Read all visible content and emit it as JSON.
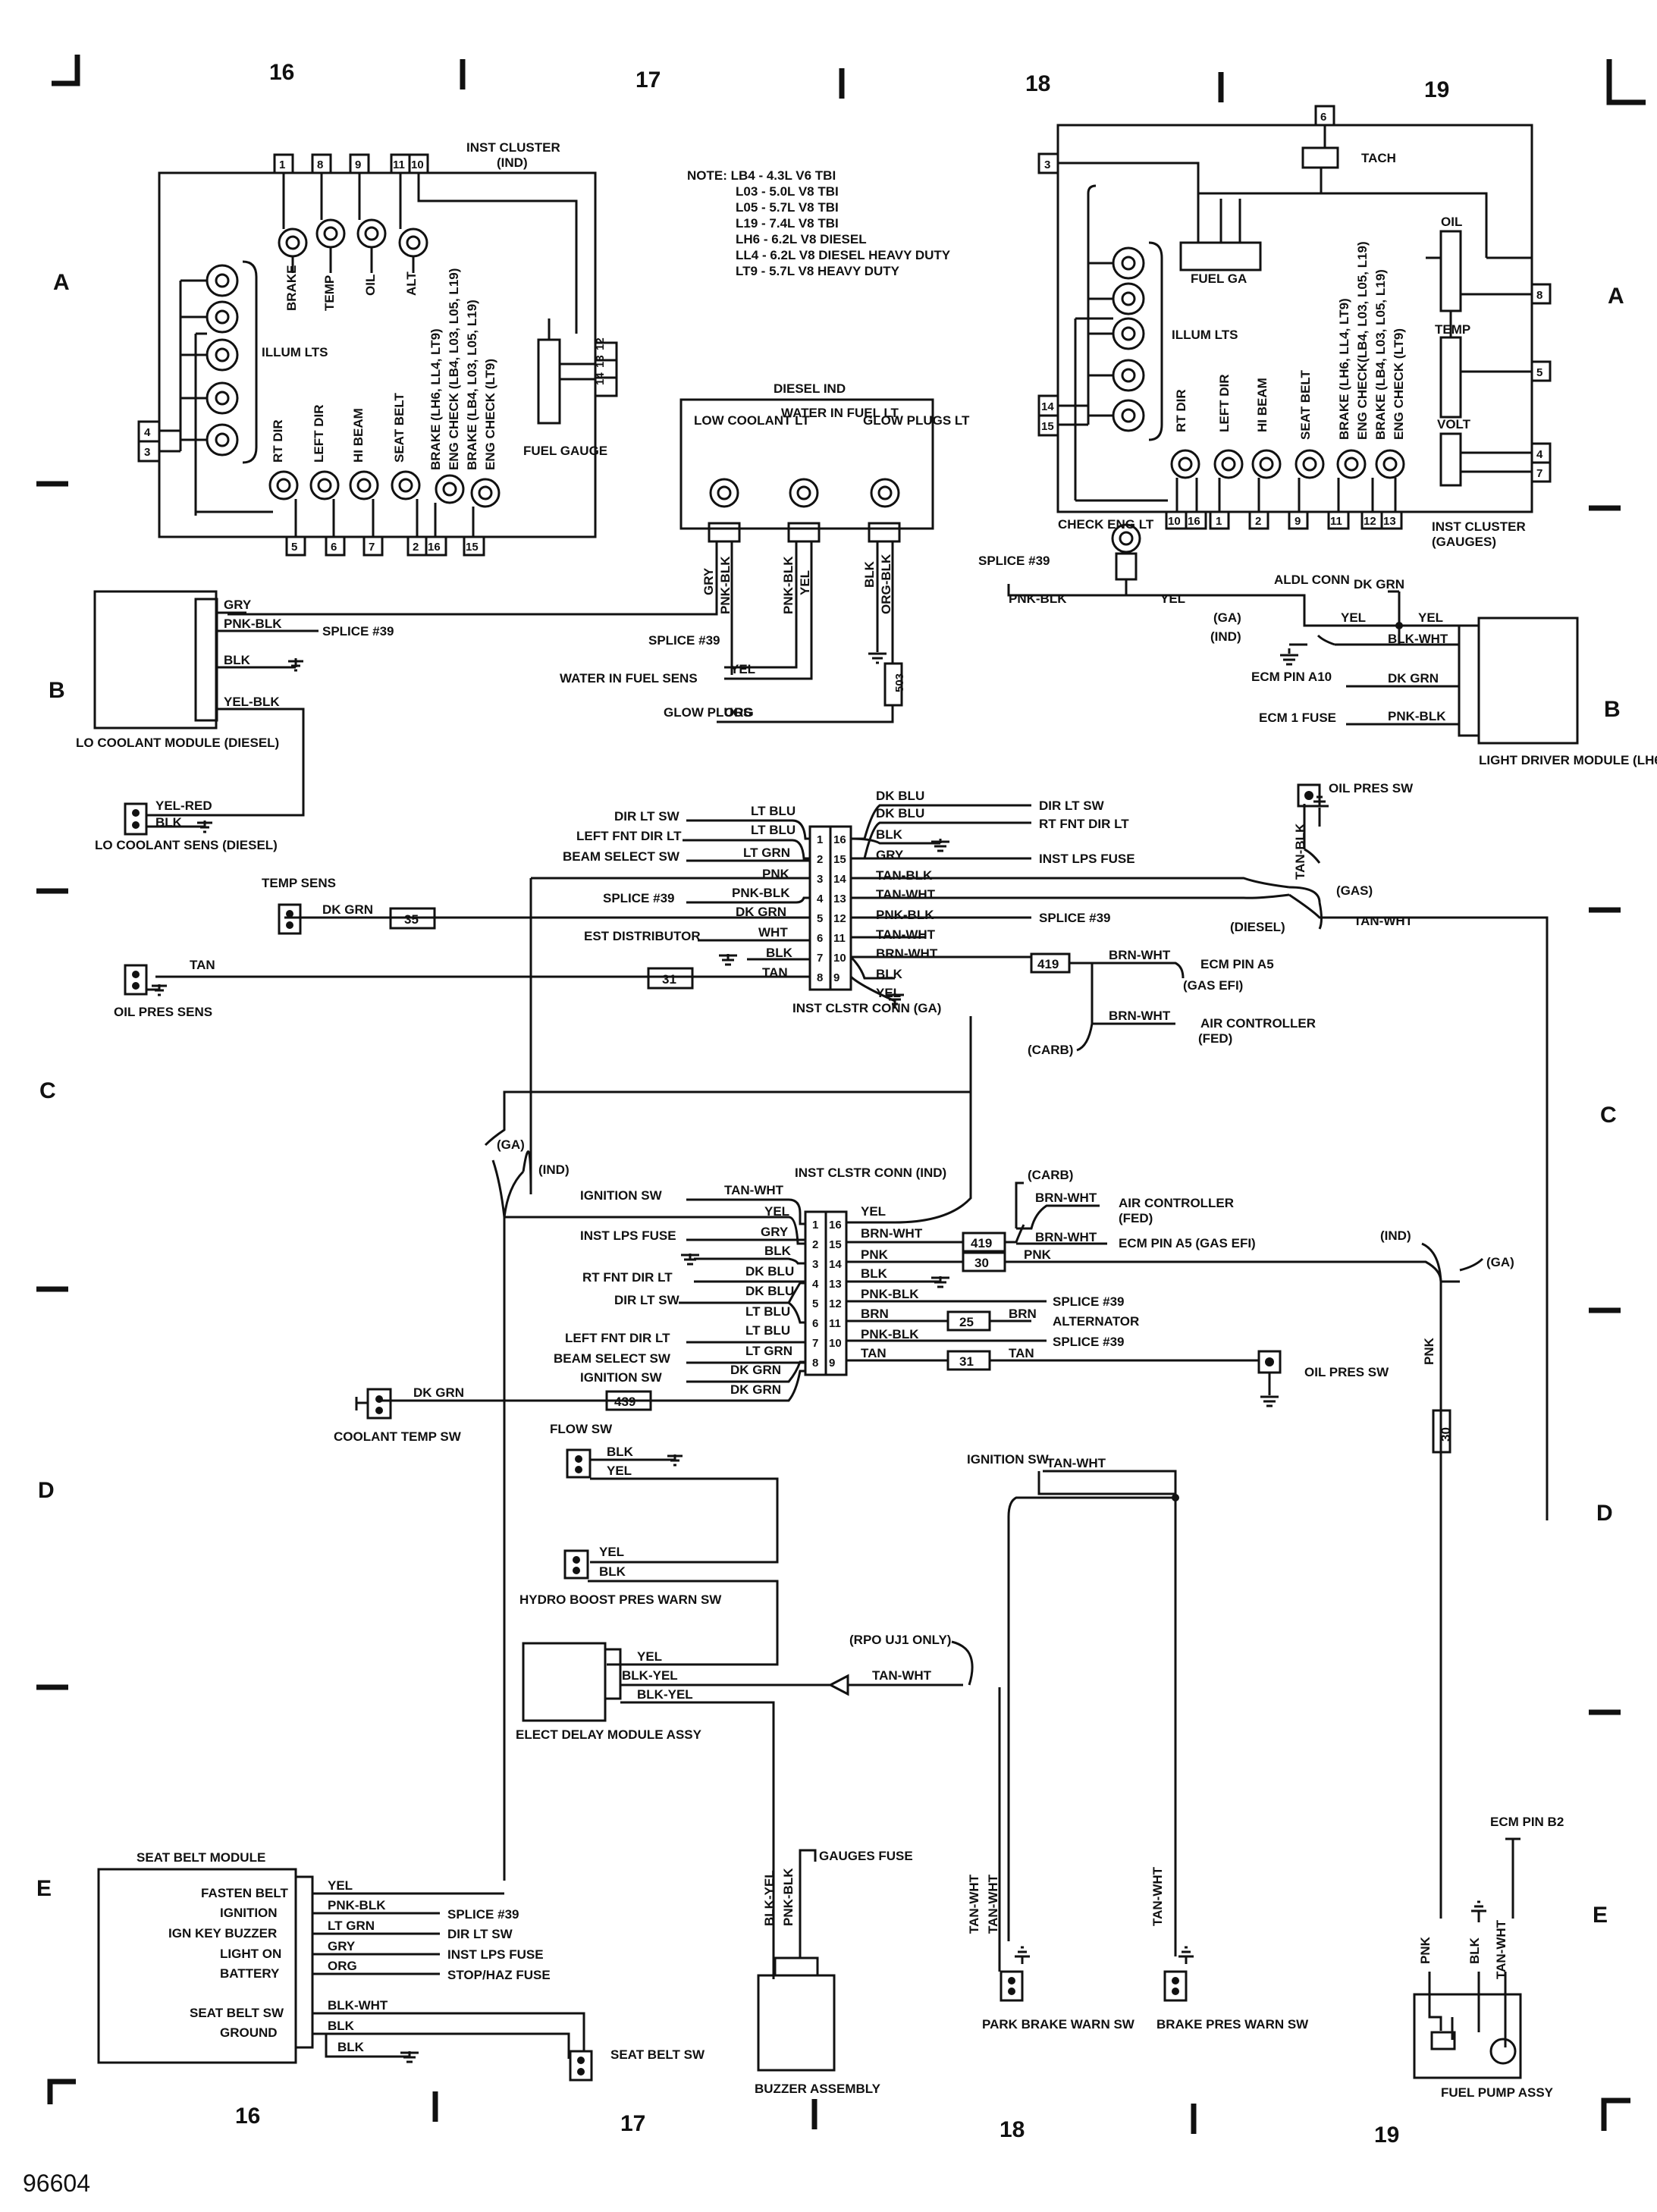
{
  "grid": {
    "columns_top": [
      "16",
      "17",
      "18",
      "19"
    ],
    "columns_bottom": [
      "16",
      "17",
      "18",
      "19"
    ],
    "rows_left": [
      "A",
      "B",
      "C",
      "D",
      "E"
    ],
    "rows_right": [
      "A",
      "B",
      "C",
      "D",
      "E"
    ]
  },
  "page_code": "96604",
  "note": {
    "title": "NOTE: LB4 - 4.3L V6 TBI",
    "lines": [
      "L03 - 5.0L V8 TBI",
      "L05 - 5.7L V8 TBI",
      "L19 - 7.4L V8 TBI",
      "LH6 - 6.2L V8 DIESEL",
      "LL4 - 6.2L V8 DIESEL HEAVY DUTY",
      "LT9 - 5.7L V8 HEAVY DUTY"
    ]
  },
  "inst_cluster_ind": {
    "title": "INST CLUSTER",
    "subtitle": "(IND)",
    "top_pins": [
      "1",
      "8",
      "9",
      "11",
      "10"
    ],
    "right_pins": [
      "14",
      "13",
      "12"
    ],
    "left_pins": [
      "4",
      "3"
    ],
    "bottom_pins": [
      "5",
      "6",
      "7",
      "2",
      "16",
      "15"
    ],
    "lamps": [
      "BRAKE",
      "TEMP",
      "OIL",
      "ALT"
    ],
    "illum": "ILLUM LTS",
    "bottom_lamps": [
      "RT DIR",
      "LEFT DIR",
      "HI BEAM",
      "SEAT BELT",
      "BRAKE (LH6, LL4, LT9)",
      "ENG CHECK (LB4, L03, L05, L19)",
      "BRAKE (LB4, L03, L05, L19)",
      "ENG CHECK (LT9)"
    ],
    "fuel_gauge": "FUEL GAUGE"
  },
  "inst_cluster_gauges": {
    "title": "INST CLUSTER",
    "subtitle": "(GAUGES)",
    "tach": "TACH",
    "fuel_ga": "FUEL GA",
    "oil": "OIL",
    "temp": "TEMP",
    "volt": "VOLT",
    "illum": "ILLUM LTS",
    "top_pins": [
      "6",
      "3"
    ],
    "right_pins": [
      "8",
      "5",
      "4",
      "7"
    ],
    "left_pins": [
      "14",
      "15"
    ],
    "bottom_pins": [
      "10",
      "16",
      "1",
      "2",
      "9",
      "11",
      "12",
      "13"
    ],
    "bottom_lamps": [
      "RT DIR",
      "LEFT DIR",
      "HI BEAM",
      "SEAT BELT",
      "BRAKE (LH6, LL4, LT9)",
      "ENG CHECK(LB4, L03, L05, L19)",
      "BRAKE (LB4, L03, L05, L19)",
      "ENG CHECK (LT9)"
    ],
    "check_eng": "CHECK ENG LT"
  },
  "diesel_ind": {
    "title": "DIESEL IND",
    "lamps": [
      "LOW COOLANT LT",
      "WATER IN FUEL LT",
      "GLOW PLUGS LT"
    ],
    "wires": [
      "GRY",
      "PNK-BLK",
      "PNK-BLK",
      "YEL",
      "BLK",
      "ORG-BLK"
    ],
    "splice": "SPLICE #39",
    "yel": "YEL",
    "water_sens": "WATER IN FUEL SENS",
    "glow_plugs": "GLOW PLUGS",
    "org": "ORG",
    "circuit": "503"
  },
  "lo_coolant": {
    "module": "LO COOLANT MODULE (DIESEL)",
    "wires": [
      "GRY",
      "PNK-BLK",
      "BLK",
      "YEL-BLK"
    ],
    "splice": "SPLICE #39",
    "sens": "LO COOLANT SENS (DIESEL)",
    "sens_wires": [
      "YEL-RED",
      "BLK"
    ]
  },
  "light_driver": {
    "name": "LIGHT DRIVER MODULE (LH6 DIESEL)",
    "aldl": "ALDL CONN",
    "wires": [
      "DK GRN",
      "YEL",
      "YEL",
      "BLK-WHT",
      "DK GRN",
      "PNK-BLK"
    ],
    "ecm_pin": "ECM PIN A10",
    "ecm_fuse": "ECM 1 FUSE",
    "ga": "(GA)",
    "ind": "(IND)",
    "splice": "SPLICE #39",
    "pnk_blk": "PNK-BLK",
    "yel": "YEL"
  },
  "conn_ga": {
    "title": "INST CLSTR CONN (GA)",
    "left_labels": [
      "DIR LT SW",
      "LEFT FNT DIR LT",
      "BEAM SELECT SW",
      "",
      "SPLICE #39",
      "",
      "EST DISTRIBUTOR",
      ""
    ],
    "left_wires": [
      "LT BLU",
      "LT BLU",
      "LT GRN",
      "PNK",
      "PNK-BLK",
      "DK GRN",
      "WHT",
      "BLK",
      "TAN"
    ],
    "pins_left": [
      "1",
      "2",
      "3",
      "4",
      "5",
      "6",
      "7",
      "8"
    ],
    "pins_right": [
      "16",
      "15",
      "14",
      "13",
      "12",
      "11",
      "10",
      "9"
    ],
    "right_wires": [
      "DK BLU",
      "DK BLU",
      "BLK",
      "GRY",
      "TAN-BLK",
      "TAN-WHT",
      "PNK-BLK",
      "TAN-WHT",
      "BRN-WHT",
      "BLK",
      "YEL"
    ],
    "right_labels": [
      "DIR LT SW",
      "RT FNT DIR LT",
      "INST LPS FUSE",
      "SPLICE #39",
      "ECM PIN A5",
      "(GAS EFI)",
      "AIR CONTROLLER",
      "(FED)"
    ],
    "circuit_419": "419",
    "brn_wht": "BRN-WHT",
    "carb": "(CARB)",
    "gas": "(GAS)",
    "diesel": "(DIESEL)",
    "tan_wht": "TAN-WHT"
  },
  "sensors_left": {
    "temp": "TEMP SENS",
    "temp_wire": "DK GRN",
    "temp_circuit": "35",
    "oil": "OIL PRES SENS",
    "oil_wire": "TAN",
    "oil_circuit": "31",
    "oil_sw": "OIL PRES SW",
    "oil_sw_wire": "TAN-BLK"
  },
  "conn_ind": {
    "title": "INST CLSTR CONN (IND)",
    "ga": "(GA)",
    "ind": "(IND)",
    "left_labels": [
      "IGNITION SW",
      "",
      "INST LPS FUSE",
      "",
      "RT FNT DIR LT",
      "DIR LT SW",
      "",
      "LEFT FNT DIR LT",
      "BEAM SELECT SW",
      "IGNITION SW"
    ],
    "left_wires": [
      "TAN-WHT",
      "YEL",
      "GRY",
      "BLK",
      "DK BLU",
      "DK BLU",
      "LT BLU",
      "LT BLU",
      "LT GRN",
      "DK GRN",
      "DK GRN"
    ],
    "pins_left": [
      "1",
      "2",
      "3",
      "4",
      "5",
      "6",
      "7",
      "8"
    ],
    "pins_right": [
      "16",
      "15",
      "14",
      "13",
      "12",
      "11",
      "10",
      "9"
    ],
    "right_wires": [
      "YEL",
      "BRN-WHT",
      "PNK",
      "BLK",
      "PNK-BLK",
      "BRN",
      "PNK-BLK",
      "TAN"
    ],
    "circuits": [
      "419",
      "30",
      "25",
      "31",
      "439"
    ],
    "right_labels": [
      "AIR CONTROLLER",
      "(FED)",
      "ECM PIN A5 (GAS EFI)",
      "SPLICE #39",
      "ALTERNATOR",
      "SPLICE #39",
      "OIL PRES SW"
    ],
    "carb": "(CARB)",
    "brn_wht": "BRN-WHT",
    "pnk": "PNK",
    "brn": "BRN",
    "tan": "TAN",
    "coolant": "COOLANT TEMP SW",
    "coolant_wire": "DK GRN"
  },
  "switches": {
    "flow": "FLOW SW",
    "hydro": "HYDRO BOOST PRES WARN SW",
    "delay": "ELECT DELAY MODULE ASSY",
    "blk": "BLK",
    "yel": "YEL",
    "blk_yel": "BLK-YEL",
    "rpo": "(RPO UJ1 ONLY)",
    "tan_wht": "TAN-WHT",
    "ign": "IGNITION SW"
  },
  "seat_belt": {
    "title": "SEAT BELT MODULE",
    "pins": [
      "FASTEN BELT",
      "IGNITION",
      "IGN KEY BUZZER",
      "LIGHT ON",
      "BATTERY",
      "SEAT BELT SW",
      "GROUND"
    ],
    "wires": [
      "YEL",
      "PNK-BLK",
      "LT GRN",
      "GRY",
      "ORG",
      "BLK-WHT",
      "BLK",
      "BLK"
    ],
    "dest": [
      "SPLICE #39",
      "DIR LT SW",
      "INST LPS FUSE",
      "STOP/HAZ FUSE"
    ],
    "sw": "SEAT BELT SW"
  },
  "bottom_devices": {
    "buzzer": "BUZZER ASSEMBLY",
    "buzzer_wires": [
      "BLK-YEL",
      "PNK-BLK"
    ],
    "gauges_fuse": "GAUGES FUSE",
    "park": "PARK BRAKE WARN SW",
    "park_wires": [
      "TAN-WHT",
      "TAN-WHT"
    ],
    "brake": "BRAKE PRES WARN SW",
    "brake_wire": "TAN-WHT",
    "fuel_pump": "FUEL PUMP ASSY",
    "fuel_wires": [
      "PNK",
      "BLK",
      "TAN-WHT"
    ],
    "ecm_b2": "ECM PIN B2",
    "ind": "(IND)",
    "ga": "(GA)",
    "pnk": "PNK",
    "circuit_30": "30"
  }
}
